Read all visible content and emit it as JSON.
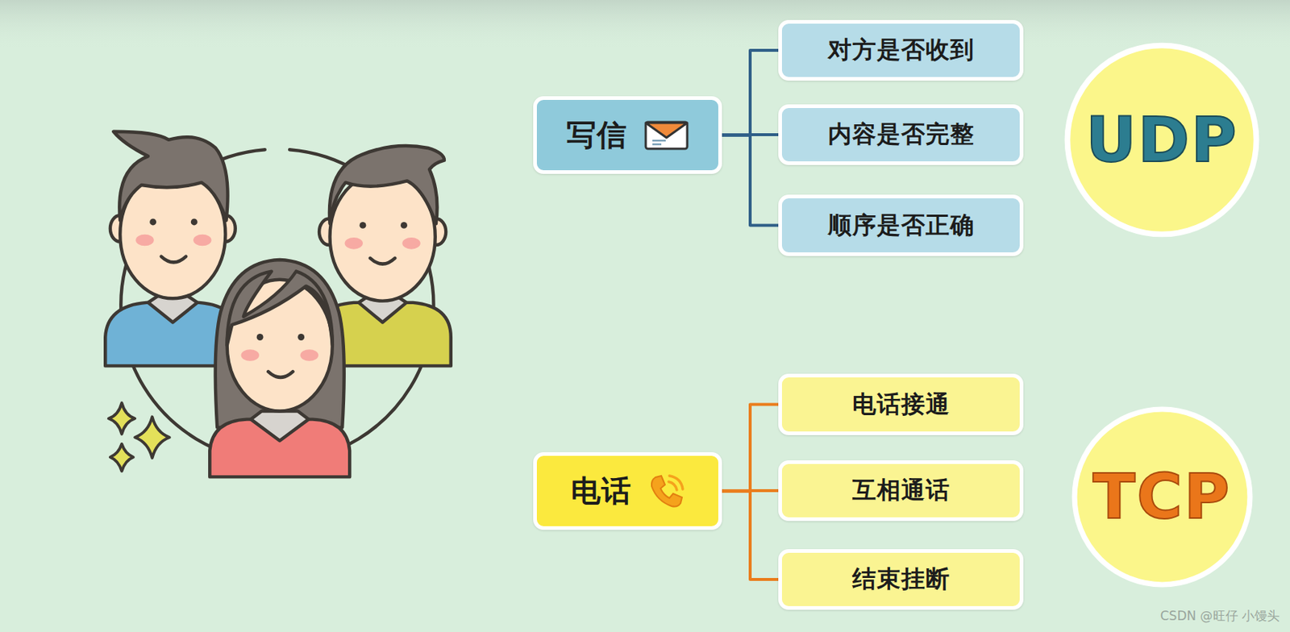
{
  "diagram": {
    "nodes": [
      {
        "text": [
          "写信"
        ]
      },
      {
        "text": [
          "对方是否收到"
        ]
      },
      {
        "text": [
          "内容是否完整"
        ]
      },
      {
        "text": [
          "顺序是否正确"
        ]
      },
      {
        "text": [
          "UDP"
        ]
      },
      {
        "text": [
          "电话"
        ]
      },
      {
        "text": [
          "电话接通"
        ]
      },
      {
        "text": [
          "互相通话"
        ]
      },
      {
        "text": [
          "结束挂断"
        ]
      },
      {
        "text": [
          "TCP"
        ]
      }
    ],
    "edges": [
      {
        "from": 0,
        "to": 1,
        "arrow": "none"
      },
      {
        "from": 0,
        "to": 2,
        "arrow": "none"
      },
      {
        "from": 0,
        "to": 3,
        "arrow": "none"
      },
      {
        "from": 5,
        "to": 6,
        "arrow": "none"
      },
      {
        "from": 5,
        "to": 7,
        "arrow": "none"
      },
      {
        "from": 5,
        "to": 8,
        "arrow": "none"
      }
    ],
    "labels": [
      "CSDN @旺仔 小馒头"
    ]
  }
}
